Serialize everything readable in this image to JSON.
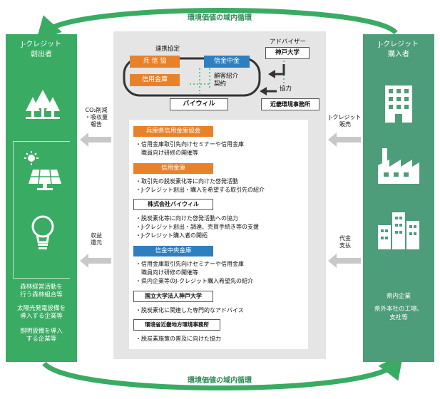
{
  "cycle": {
    "top_label": "環境価値の域内循環",
    "bottom_label": "環境価値の域内循環"
  },
  "left_panel": {
    "title_line1": "J-クレジット",
    "title_line2": "創出者",
    "captions": [
      [
        "森林経営活動を",
        "行う森林組合等"
      ],
      [
        "太陽光発電設備を",
        "導入する企業等"
      ],
      [
        "照明設備を導入",
        "する企業等"
      ]
    ],
    "icons": [
      "forest-icon",
      "solar-panel-icon",
      "light-bulb-icon"
    ]
  },
  "right_panel": {
    "title_line1": "J-クレジット",
    "title_line2": "購入者",
    "captions": [
      "県内企業",
      "県外本社の工場、",
      "支社等"
    ],
    "icons": [
      "office-building-icon",
      "factory-icon",
      "city-buildings-icon"
    ]
  },
  "flows": {
    "co2_line1": "CO₂削減",
    "co2_line2": "・吸収量",
    "co2_line3": "報告",
    "revenue_line1": "収益",
    "revenue_line2": "還元",
    "jcredit_sale_line1": "J-クレジット",
    "jcredit_sale_line2": "販売",
    "payment_line1": "代金",
    "payment_line2": "支払"
  },
  "partnership": {
    "label": "連携協定",
    "hyogo": "兵 信 協",
    "shinkin_bank": "信用金庫",
    "shinkin_central": "信金中金",
    "referral_line1": "顧客紹介",
    "referral_line2": "契約",
    "baiwill": "バイウィル",
    "advisor_label": "アドバイザー",
    "kobe_univ": "神戸大学",
    "cooperation_label": "協力",
    "kinki_office": "近畿環境事務所"
  },
  "sections": [
    {
      "title": "兵庫県信用金庫協会",
      "items": [
        "・信用金庫取引先向けセミナーや信用金庫",
        "　職員向け研修の開催等"
      ]
    },
    {
      "title": "信用金庫",
      "items": [
        "・取引先の脱炭素化等に向けた啓発活動",
        "・J-クレジット創出・購入を希望する取引先の紹介"
      ]
    },
    {
      "title": "株式会社バイウィル",
      "items": [
        "・脱炭素化等に向けた啓発活動への協力",
        "・J-クレジット創出・調達、売買手続き等の支援",
        "・J-クレジット購入者の開拓"
      ]
    },
    {
      "title": "信金中央金庫",
      "items": [
        "・信用金庫取引先向けセミナーや信用金庫",
        "　職員向け研修の開催等",
        "・県内企業等のJ-クレジット購入希望先の紹介"
      ]
    },
    {
      "title": "国立大学法人神戸大学",
      "items": [
        "・脱炭素化に関連した専門的なアドバイス"
      ]
    },
    {
      "title": "環境省近畿地方環境事務所",
      "items": [
        "・脱炭素施策の普及に向けた協力"
      ]
    }
  ]
}
